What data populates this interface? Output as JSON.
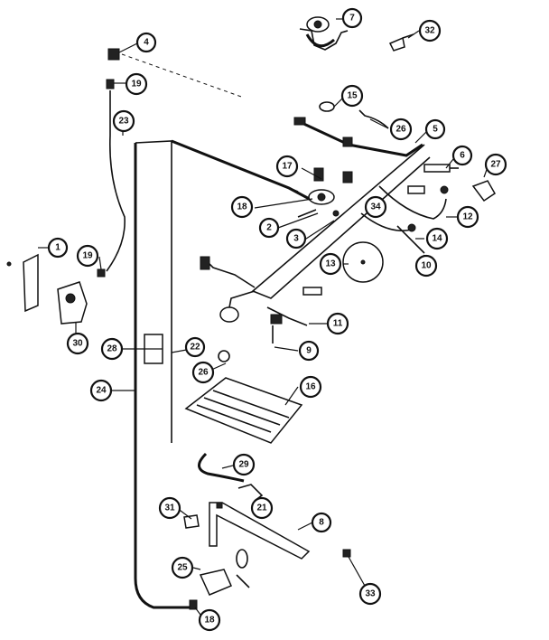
{
  "callouts": [
    {
      "id": "c7",
      "label": "7"
    },
    {
      "id": "c32",
      "label": "32"
    },
    {
      "id": "c4",
      "label": "4"
    },
    {
      "id": "c19a",
      "label": "19"
    },
    {
      "id": "c15",
      "label": "15"
    },
    {
      "id": "c26a",
      "label": "26"
    },
    {
      "id": "c5",
      "label": "5"
    },
    {
      "id": "c23",
      "label": "23"
    },
    {
      "id": "c17",
      "label": "17"
    },
    {
      "id": "c6",
      "label": "6"
    },
    {
      "id": "c27",
      "label": "27"
    },
    {
      "id": "c18a",
      "label": "18"
    },
    {
      "id": "c34",
      "label": "34"
    },
    {
      "id": "c2",
      "label": "2"
    },
    {
      "id": "c12",
      "label": "12"
    },
    {
      "id": "c3",
      "label": "3"
    },
    {
      "id": "c14",
      "label": "14"
    },
    {
      "id": "c1",
      "label": "1"
    },
    {
      "id": "c19b",
      "label": "19"
    },
    {
      "id": "c13",
      "label": "13"
    },
    {
      "id": "c10",
      "label": "10"
    },
    {
      "id": "c11",
      "label": "11"
    },
    {
      "id": "c30",
      "label": "30"
    },
    {
      "id": "c28",
      "label": "28"
    },
    {
      "id": "c22",
      "label": "22"
    },
    {
      "id": "c9",
      "label": "9"
    },
    {
      "id": "c26b",
      "label": "26"
    },
    {
      "id": "c16",
      "label": "16"
    },
    {
      "id": "c24",
      "label": "24"
    },
    {
      "id": "c29",
      "label": "29"
    },
    {
      "id": "c21",
      "label": "21"
    },
    {
      "id": "c31",
      "label": "31"
    },
    {
      "id": "c8",
      "label": "8"
    },
    {
      "id": "c25",
      "label": "25"
    },
    {
      "id": "c33",
      "label": "33"
    },
    {
      "id": "c18b",
      "label": "18"
    }
  ]
}
